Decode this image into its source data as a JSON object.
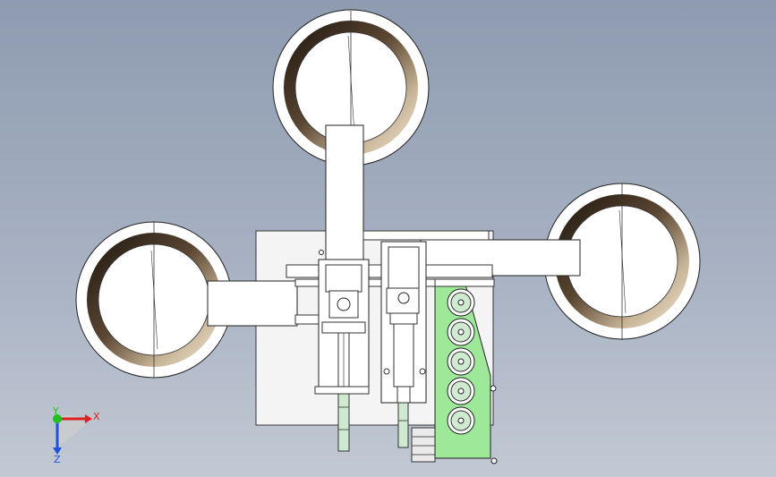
{
  "viewport": {
    "background_top": "#8e9bb0",
    "background_bottom": "#c2c9d4"
  },
  "reels": {
    "count": 3,
    "ring_color": "#3a2e22",
    "ring_highlight": "#e8dccb",
    "face_color": "#ffffff"
  },
  "roller_stack": {
    "count": 5,
    "roller_color": "#cfead0",
    "accent_color": "#9ee89a"
  },
  "triad": {
    "x_label": "X",
    "y_label": "Y",
    "z_label": "Z",
    "x_color": "#e02020",
    "y_color": "#20c020",
    "z_color": "#2050e0"
  }
}
